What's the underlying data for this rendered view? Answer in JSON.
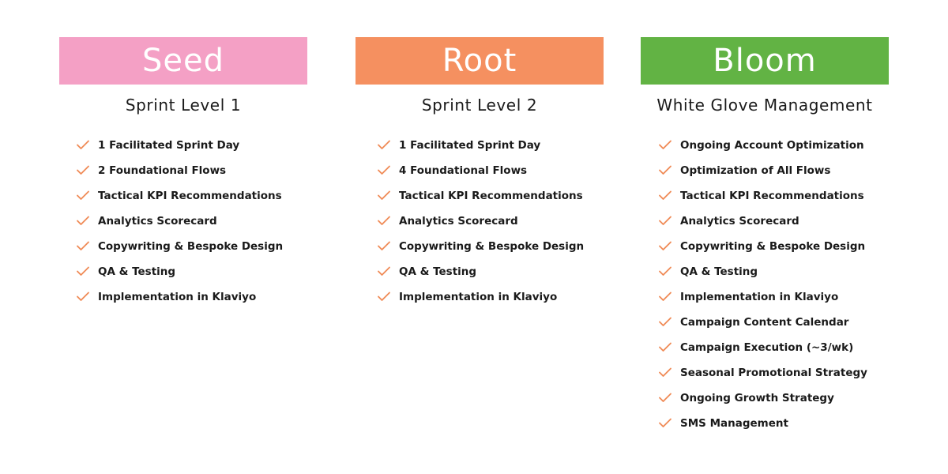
{
  "colors": {
    "seed": "#f4a0c5",
    "root": "#f59060",
    "bloom": "#62b344",
    "check": "#f08a55"
  },
  "plans": [
    {
      "name": "Seed",
      "subtitle": "Sprint Level 1",
      "features": [
        "1 Facilitated Sprint Day",
        "2 Foundational Flows",
        "Tactical KPI Recommendations",
        "Analytics Scorecard",
        "Copywriting & Bespoke Design",
        "QA & Testing",
        "Implementation in Klaviyo"
      ]
    },
    {
      "name": "Root",
      "subtitle": "Sprint Level 2",
      "features": [
        "1 Facilitated Sprint Day",
        "4 Foundational Flows",
        "Tactical KPI Recommendations",
        "Analytics Scorecard",
        "Copywriting & Bespoke Design",
        "QA & Testing",
        "Implementation in Klaviyo"
      ]
    },
    {
      "name": "Bloom",
      "subtitle": "White Glove Management",
      "features": [
        "Ongoing Account Optimization",
        "Optimization of All Flows",
        "Tactical KPI Recommendations",
        "Analytics Scorecard",
        "Copywriting & Bespoke Design",
        "QA & Testing",
        "Implementation in Klaviyo",
        "Campaign Content Calendar",
        "Campaign Execution (~3/wk)",
        "Seasonal Promotional Strategy",
        "Ongoing Growth Strategy",
        "SMS Management"
      ]
    }
  ]
}
